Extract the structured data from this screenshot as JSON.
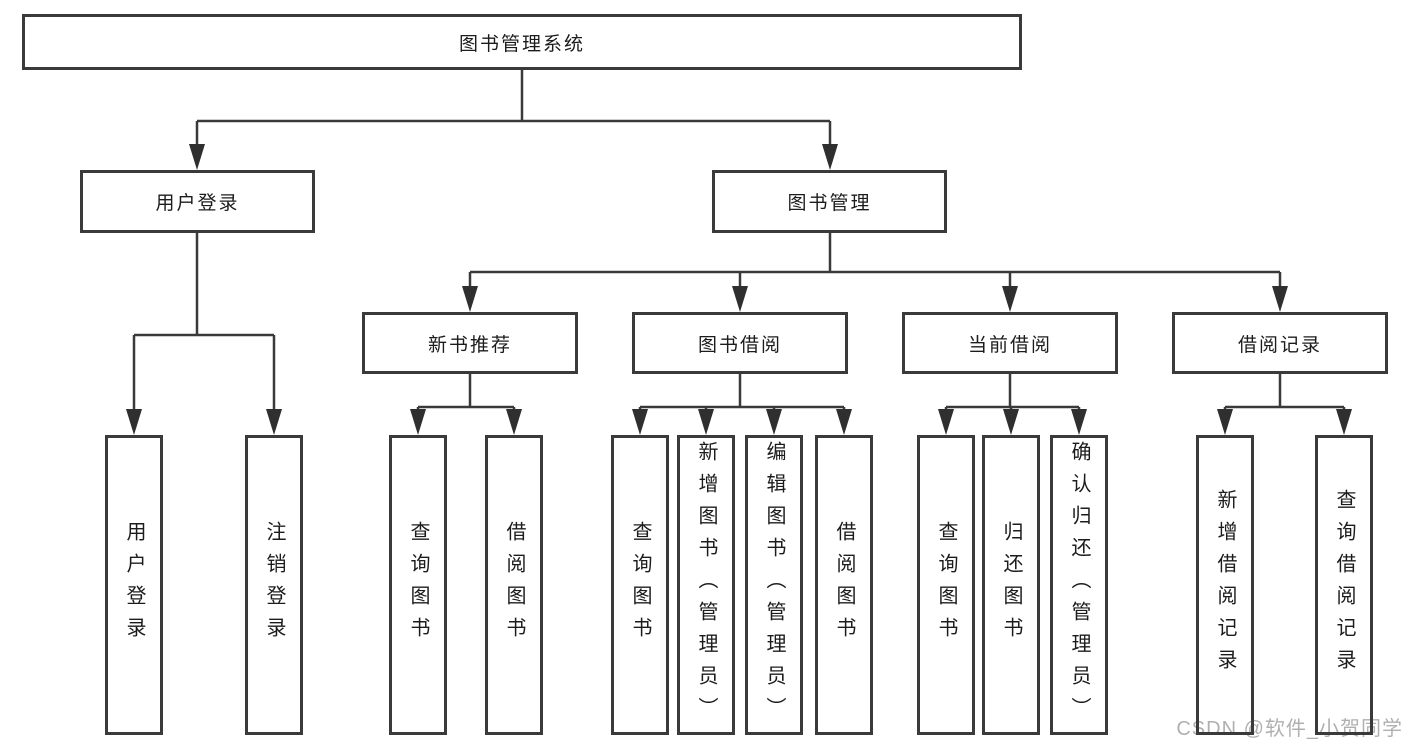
{
  "root": {
    "label": "图书管理系统"
  },
  "level2": [
    {
      "label": "用户登录"
    },
    {
      "label": "图书管理"
    }
  ],
  "level3": [
    {
      "label": "新书推荐"
    },
    {
      "label": "图书借阅"
    },
    {
      "label": "当前借阅"
    },
    {
      "label": "借阅记录"
    }
  ],
  "leaves": {
    "user_login": [
      {
        "label": "用户登录"
      },
      {
        "label": "注销登录"
      }
    ],
    "new_book_recommend": [
      {
        "label": "查询图书"
      },
      {
        "label": "借阅图书"
      }
    ],
    "book_borrow": [
      {
        "label": "查询图书"
      },
      {
        "label": "新增图书（管理员）"
      },
      {
        "label": "编辑图书（管理员）"
      },
      {
        "label": "借阅图书"
      }
    ],
    "current_borrow": [
      {
        "label": "查询图书"
      },
      {
        "label": "归还图书"
      },
      {
        "label": "确认归还（管理员）"
      }
    ],
    "borrow_records": [
      {
        "label": "新增借阅记录"
      },
      {
        "label": "查询借阅记录"
      }
    ]
  },
  "watermark": {
    "text": "CSDN @软件_小贺同学"
  },
  "colors": {
    "line": "#3a3a3a",
    "box_border": "#3a3a3a",
    "text": "#1c1c1c",
    "watermark": "#b0b0b0",
    "background": "#ffffff"
  }
}
